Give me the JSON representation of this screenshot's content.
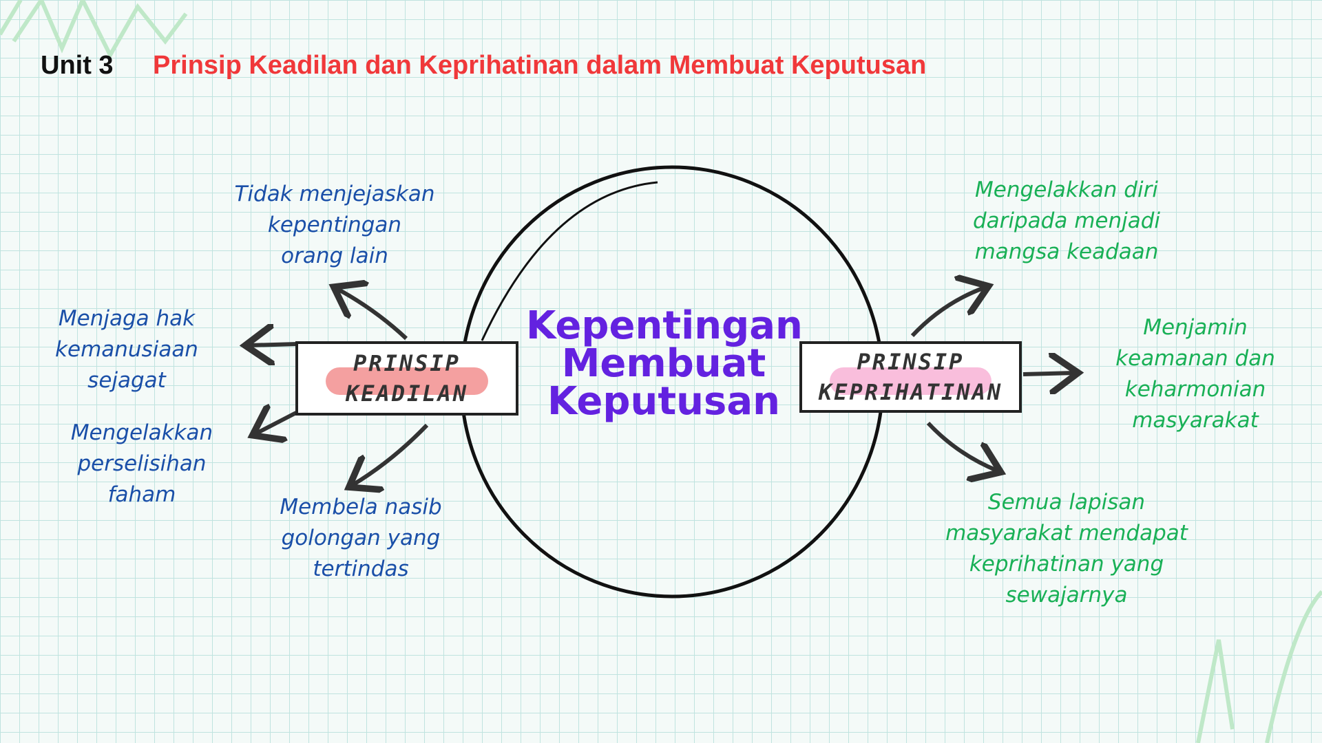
{
  "header": {
    "unit": "Unit 3",
    "title": "Prinsip Keadilan dan Keprihatinan dalam Membuat Keputusan"
  },
  "center": {
    "lines": [
      "Kepentingan",
      "Membuat",
      "Keputusan"
    ]
  },
  "left_box": {
    "lines": [
      "PRINSIP",
      "KEADILAN"
    ],
    "highlight": "#f08080"
  },
  "right_box": {
    "lines": [
      "PRINSIP",
      "KEPRIHATINAN"
    ],
    "highlight": "#f7a8d0"
  },
  "keadilan_points": [
    {
      "lines": [
        "Tidak menjejaskan",
        "kepentingan",
        "orang lain"
      ]
    },
    {
      "lines": [
        "Menjaga hak",
        "kemanusiaan",
        "sejagat"
      ]
    },
    {
      "lines": [
        "Mengelakkan",
        "perselisihan",
        "faham"
      ]
    },
    {
      "lines": [
        "Membela nasib",
        "golongan yang",
        "tertindas"
      ]
    }
  ],
  "keprihatinan_points": [
    {
      "lines": [
        "Mengelakkan diri",
        "daripada menjadi",
        "mangsa keadaan"
      ]
    },
    {
      "lines": [
        "Menjamin",
        "keamanan dan",
        "keharmonian",
        "masyarakat"
      ]
    },
    {
      "lines": [
        "Semua lapisan",
        "masyarakat mendapat",
        "keprihatinan yang",
        "sewajarnya"
      ]
    }
  ],
  "colors": {
    "title": "#f0383a",
    "center": "#6322e0",
    "keadilan": "#1a4fa8",
    "keprihatinan": "#19b056"
  }
}
